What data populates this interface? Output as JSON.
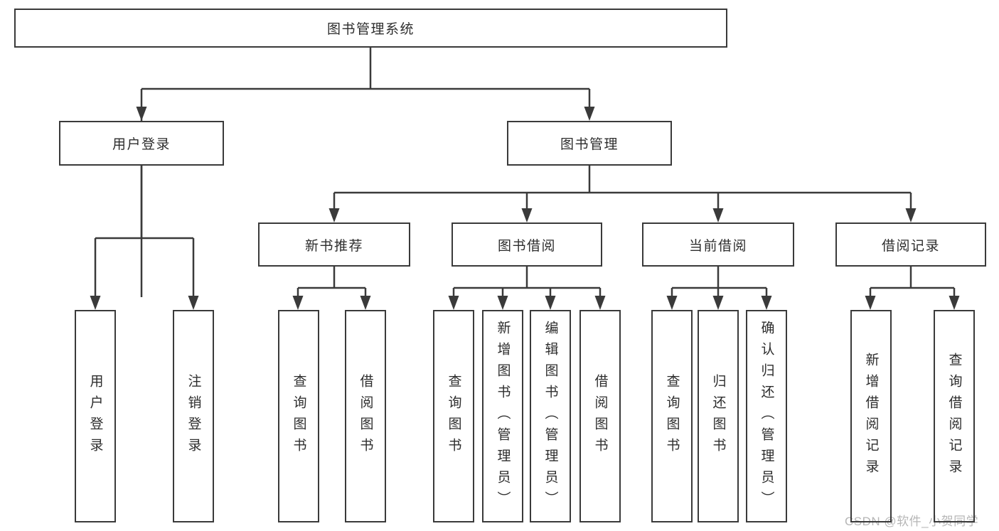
{
  "title": "图书管理系统",
  "branches": {
    "user_login": {
      "label": "用户登录",
      "children": [
        "用户登录",
        "注销登录"
      ]
    },
    "book_management": {
      "label": "图书管理"
    }
  },
  "modules": [
    {
      "label": "新书推荐",
      "children": [
        "查询图书",
        "借阅图书"
      ]
    },
    {
      "label": "图书借阅",
      "children": [
        "查询图书",
        "新增图书（管理员）",
        "编辑图书（管理员）",
        "借阅图书"
      ]
    },
    {
      "label": "当前借阅",
      "children": [
        "查询图书",
        "归还图书",
        "确认归还（管理员）"
      ]
    },
    {
      "label": "借阅记录",
      "children": [
        "新增借阅记录",
        "查询借阅记录"
      ]
    }
  ],
  "watermark": "CSDN @软件_小贺同学",
  "colors": {
    "line": "#3a3a3a",
    "text": "#2d2d2d",
    "watermark_text": "#b6b6b6",
    "background": "#ffffff"
  }
}
